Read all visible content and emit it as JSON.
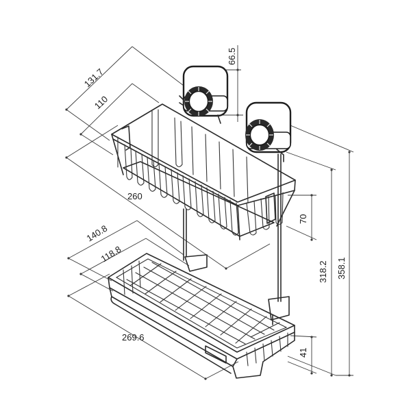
{
  "dimensions": {
    "top_depth_outer": "131.7",
    "top_depth_inner": "110",
    "top_length": "260",
    "suction_height": "66.5",
    "top_basket_height": "70",
    "bottom_depth_outer": "140.8",
    "bottom_depth_inner": "118.8",
    "bottom_length": "269.6",
    "bottom_basket_height": "41",
    "height_to_bottom": "318.2",
    "total_height": "358.1"
  }
}
